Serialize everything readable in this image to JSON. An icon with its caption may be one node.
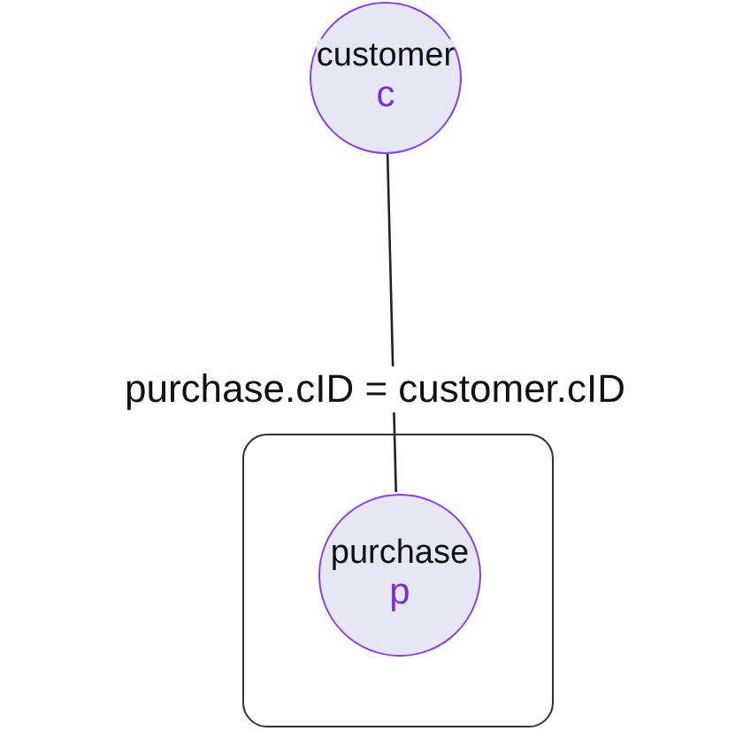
{
  "diagram": {
    "nodes": [
      {
        "text": [
          "customer",
          "c"
        ]
      },
      {
        "text": [],
        "shape": "box"
      },
      {
        "text": [
          "purchase",
          "p"
        ],
        "in": 1
      }
    ],
    "edges": [
      {
        "from": 0,
        "to": 2,
        "arrow": "none",
        "label": "purchase.cID = customer.cID"
      }
    ]
  }
}
